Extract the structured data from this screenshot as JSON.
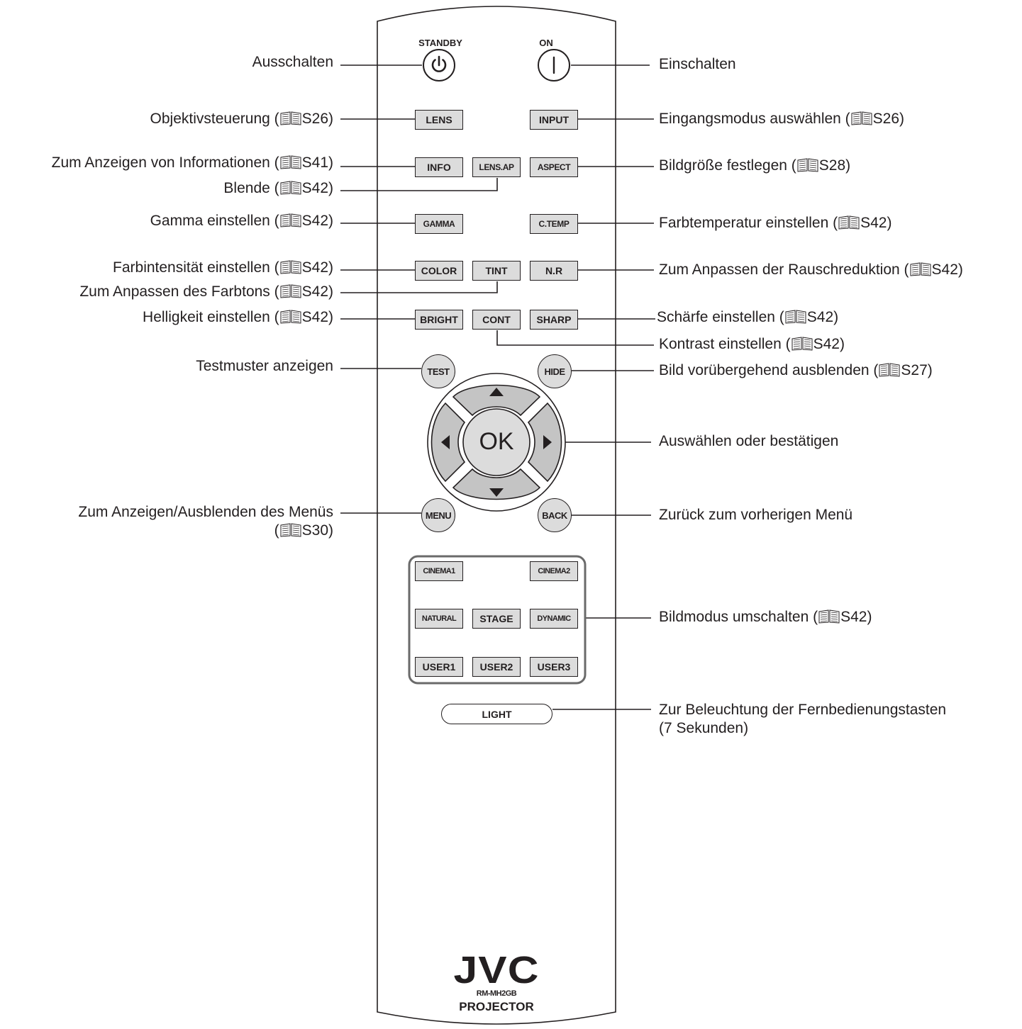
{
  "remote": {
    "standby_label": "STANDBY",
    "on_label": "ON",
    "buttons": {
      "lens": "LENS",
      "input": "INPUT",
      "info": "INFO",
      "lens_ap": "LENS.AP",
      "aspect": "ASPECT",
      "gamma": "GAMMA",
      "c_temp": "C.TEMP",
      "color": "COLOR",
      "tint": "TINT",
      "nr": "N.R",
      "bright": "BRIGHT",
      "cont": "CONT",
      "sharp": "SHARP",
      "test": "TEST",
      "hide": "HIDE",
      "ok": "OK",
      "menu": "MENU",
      "back": "BACK",
      "cinema1": "CINEMA1",
      "cinema2": "CINEMA2",
      "natural": "NATURAL",
      "stage": "STAGE",
      "dynamic": "DYNAMIC",
      "user1": "USER1",
      "user2": "USER2",
      "user3": "USER3",
      "light": "LIGHT"
    },
    "brand": "JVC",
    "model": "RM-MH2GB",
    "product": "PROJECTOR"
  },
  "labels": {
    "standby": "Ausschalten",
    "on": "Einschalten",
    "lens": "Objektivsteuerung (",
    "lens_ref": "S26)",
    "input": "Eingangsmodus auswählen (",
    "input_ref": "S26)",
    "info": "Zum Anzeigen von Informationen (",
    "info_ref": "S41)",
    "lens_ap": "Blende (",
    "lens_ap_ref": "S42)",
    "aspect": "Bildgröße festlegen (",
    "aspect_ref": "S28)",
    "gamma": "Gamma einstellen (",
    "gamma_ref": "S42)",
    "c_temp": "Farbtemperatur einstellen (",
    "c_temp_ref": "S42)",
    "color": "Farbintensität einstellen (",
    "color_ref": "S42)",
    "nr": "Zum Anpassen der Rauschreduktion (",
    "nr_ref": "S42)",
    "tint": "Zum Anpassen des Farbtons (",
    "tint_ref": "S42)",
    "bright": "Helligkeit einstellen  (",
    "bright_ref": "S42)",
    "sharp": "Schärfe einstellen  (",
    "sharp_ref": "S42)",
    "cont": "Kontrast einstellen  (",
    "cont_ref": "S42)",
    "test": "Testmuster anzeigen",
    "hide": "Bild vorübergehend ausblenden (",
    "hide_ref": "S27)",
    "ok": "Auswählen oder bestätigen",
    "menu_line1": "Zum Anzeigen/Ausblenden des Menüs",
    "menu_line2": "(",
    "menu_ref": "S30)",
    "back": "Zurück zum vorherigen Menü",
    "picture_mode": "Bildmodus umschalten (",
    "picture_mode_ref": "S42)",
    "light_line1": "Zur Beleuchtung der Fernbedienungstasten",
    "light_line2": "(7 Sekunden)"
  },
  "icons": {
    "reference": "book-icon",
    "standby": "power-icon",
    "on": "on-bar-icon",
    "arrows": [
      "arrow-up-icon",
      "arrow-down-icon",
      "arrow-left-icon",
      "arrow-right-icon"
    ]
  },
  "colors": {
    "ink": "#231f20",
    "button_fill": "#dcdcdc",
    "dpad_fill": "#c4c4c4",
    "body_fill": "#ffffff"
  }
}
